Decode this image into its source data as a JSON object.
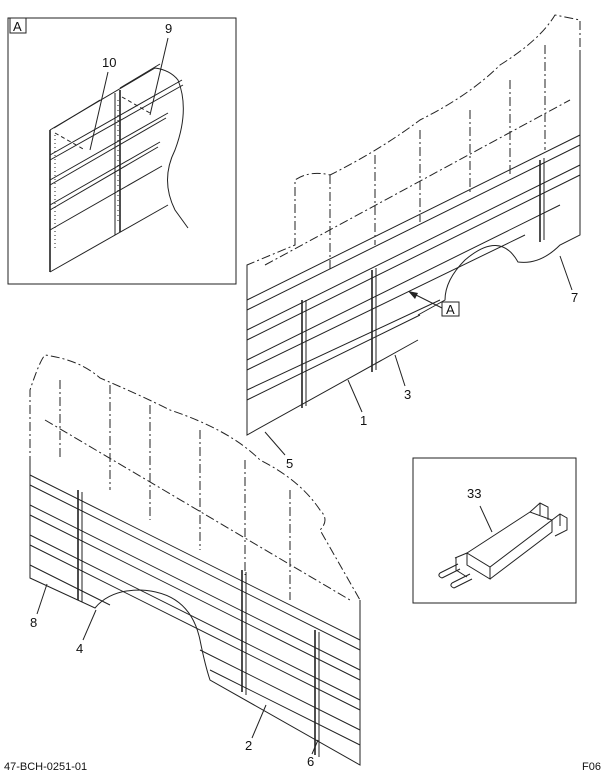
{
  "inset_a": {
    "tag": "A",
    "callouts": [
      "10",
      "9"
    ]
  },
  "main_callouts": {
    "c1": "1",
    "c3": "3",
    "c5": "5",
    "c7": "7",
    "view_ref": "A"
  },
  "lower_callouts": {
    "c8": "8",
    "c4": "4",
    "c2": "2",
    "c6": "6"
  },
  "inset_part": {
    "callout": "33"
  },
  "footer": {
    "drawing_id": "47-BCH-0251-01",
    "sheet": "F06"
  }
}
